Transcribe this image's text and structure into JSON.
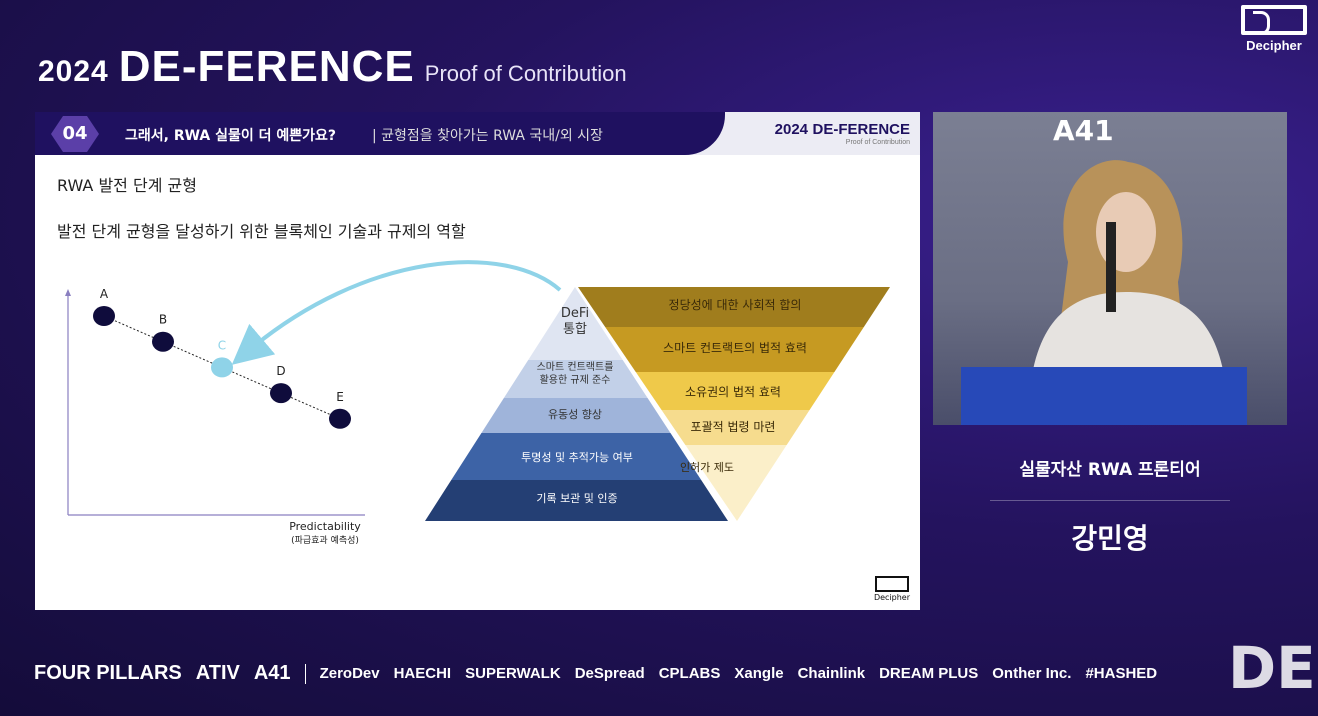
{
  "header": {
    "year": "2024",
    "title": "DE-FERENCE",
    "subtitle": "Proof of Contribution"
  },
  "brand": {
    "name": "Decipher"
  },
  "slide": {
    "number": "04",
    "title": "그래서, RWA 실물이 더 예쁜가요?",
    "subtitle": "|  균형점을 찾아가는 RWA 국내/외 시장",
    "logo_year": "2024",
    "logo_title": "DE-FERENCE",
    "logo_sub": "Proof of Contribution",
    "heading": "RWA 발전 단계 균형",
    "subheading": "발전 단계 균형을 달성하기 위한 블록체인 기술과 규제의 역할",
    "footer_logo": "Decipher",
    "chart_data": {
      "type": "scatter",
      "xlabel": "Predictability",
      "xlabel_sub": "(파급효과 예측성)",
      "points": [
        {
          "label": "A",
          "x": 1,
          "y": 5
        },
        {
          "label": "B",
          "x": 2,
          "y": 4
        },
        {
          "label": "C",
          "x": 3,
          "y": 3,
          "highlight": true
        },
        {
          "label": "D",
          "x": 4,
          "y": 2
        },
        {
          "label": "E",
          "x": 5,
          "y": 1
        }
      ],
      "colors": {
        "point": "#0f0c3c",
        "highlight": "#8fd3e8",
        "arrow": "#8fd3e8"
      }
    },
    "pyramid_tech": [
      "DeFi|통합",
      "스마트 컨트랙트를|활용한 규제 준수",
      "유동성 향상",
      "투명성 및 추적가능 여부",
      "기록 보관 및 인증"
    ],
    "pyramid_reg": [
      "정당성에 대한 사회적 합의",
      "스마트 컨트랙트의 법적 효력",
      "소유권의 법적 효력",
      "포괄적 법령 마련",
      "인허가 제도"
    ]
  },
  "speaker": {
    "backdrop_logo": "A41",
    "session": "실물자산 RWA 프론티어",
    "name": "강민영"
  },
  "sponsors": [
    "FOUR PILLARS",
    "ATIV",
    "A41",
    "ZeroDev",
    "HAECHI",
    "SUPERWALK",
    "DeSpread",
    "CPLABS",
    "Xangle",
    "Chainlink",
    "DREAM PLUS",
    "Onther Inc.",
    "#HASHED"
  ],
  "corner_logo": "DE"
}
